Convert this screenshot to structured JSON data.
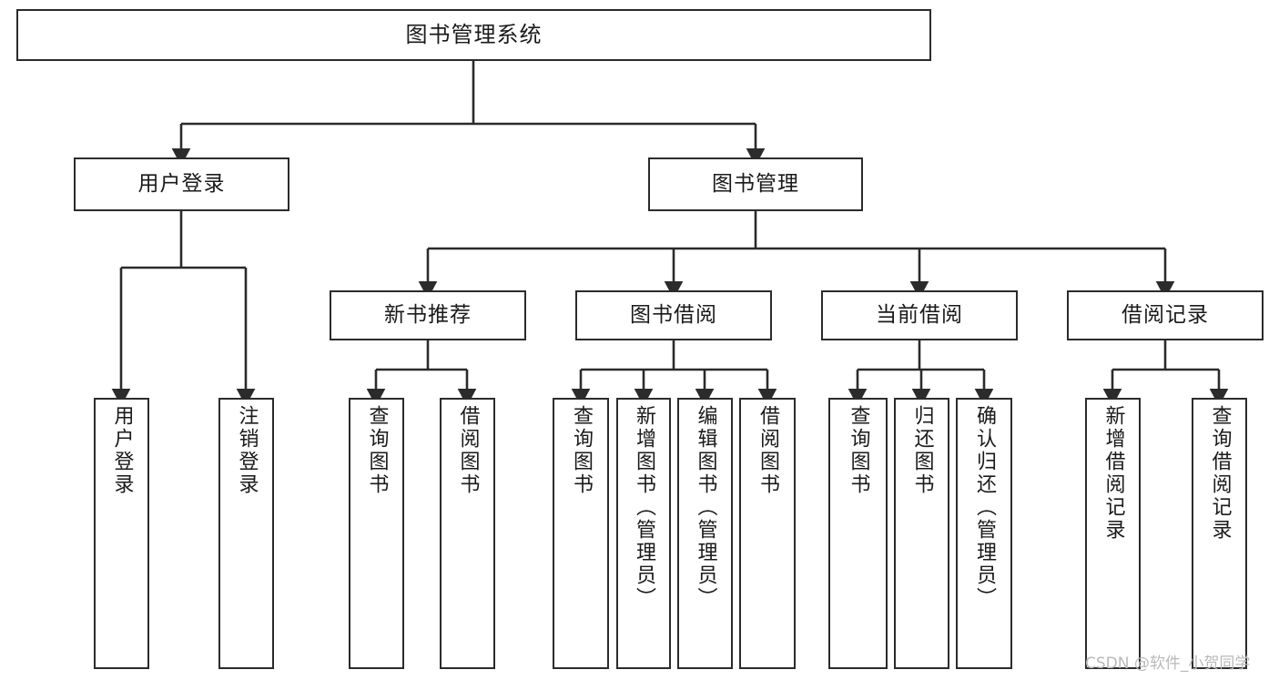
{
  "diagram": {
    "kind": "function-structure-tree",
    "title": "图书管理系统",
    "stroke_color": "#2b2b2b",
    "fill_color": "#ffffff",
    "text_color": "#1a1a1a",
    "levels": {
      "root": {
        "label": "图书管理系统"
      },
      "level2": [
        {
          "label": "用户登录"
        },
        {
          "label": "图书管理"
        }
      ],
      "level3": [
        {
          "label": "新书推荐"
        },
        {
          "label": "图书借阅"
        },
        {
          "label": "当前借阅"
        },
        {
          "label": "借阅记录"
        }
      ],
      "leaves": [
        {
          "label": "用户登录",
          "parent": "用户登录"
        },
        {
          "label": "注销登录",
          "parent": "用户登录"
        },
        {
          "label": "查询图书",
          "parent": "新书推荐"
        },
        {
          "label": "借阅图书",
          "parent": "新书推荐"
        },
        {
          "label": "查询图书",
          "parent": "图书借阅"
        },
        {
          "label": "新增图书（管理员）",
          "parent": "图书借阅"
        },
        {
          "label": "编辑图书（管理员）",
          "parent": "图书借阅"
        },
        {
          "label": "借阅图书",
          "parent": "图书借阅"
        },
        {
          "label": "查询图书",
          "parent": "当前借阅"
        },
        {
          "label": "归还图书",
          "parent": "当前借阅"
        },
        {
          "label": "确认归还（管理员）",
          "parent": "当前借阅"
        },
        {
          "label": "新增借阅记录",
          "parent": "借阅记录"
        },
        {
          "label": "查询借阅记录",
          "parent": "借阅记录"
        }
      ]
    }
  },
  "watermark": {
    "text": "CSDN @软件_小贺同学",
    "color": "#b9b9b9"
  }
}
